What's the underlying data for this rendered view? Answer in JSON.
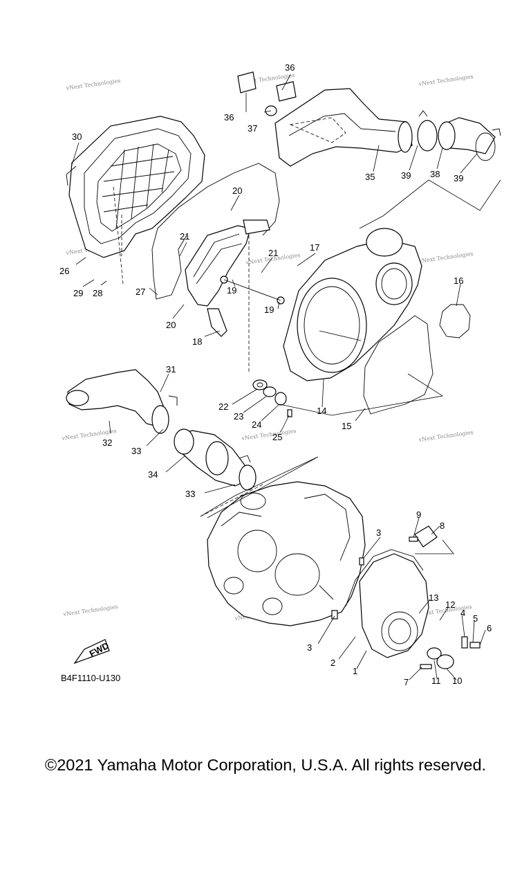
{
  "diagram_code": "B4F1110-U130",
  "copyright": "©2021 Yamaha Motor Corporation, U.S.A. All rights reserved.",
  "watermark": "vNext Technologies",
  "fwd_label": "FWD",
  "callouts": [
    "1",
    "2",
    "3",
    "3",
    "4",
    "5",
    "6",
    "7",
    "8",
    "9",
    "10",
    "11",
    "12",
    "13",
    "14",
    "15",
    "16",
    "17",
    "18",
    "19",
    "19",
    "20",
    "20",
    "21",
    "21",
    "22",
    "23",
    "24",
    "25",
    "26",
    "27",
    "28",
    "29",
    "30",
    "31",
    "32",
    "33",
    "33",
    "34",
    "35",
    "36",
    "36",
    "37",
    "38",
    "39",
    "39"
  ]
}
